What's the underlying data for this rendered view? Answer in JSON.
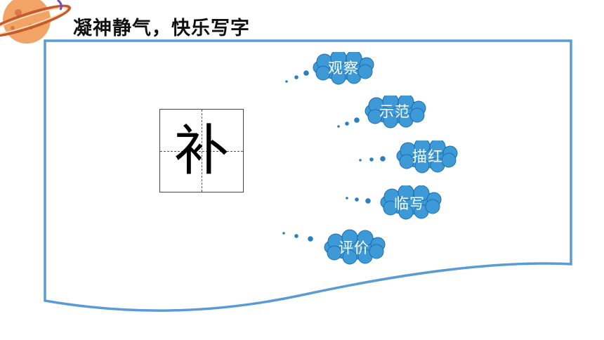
{
  "header": {
    "title": "凝神静气，快乐写字"
  },
  "character_card": {
    "character": "补"
  },
  "steps": [
    {
      "label": "观察"
    },
    {
      "label": "示范"
    },
    {
      "label": "描红"
    },
    {
      "label": "临写"
    },
    {
      "label": "评价"
    }
  ],
  "colors": {
    "frame_border": "#5b9bd5",
    "cloud_fill": "#3e9ad6",
    "cloud_edge": "#1b6fae",
    "planet": "#f19a58"
  }
}
